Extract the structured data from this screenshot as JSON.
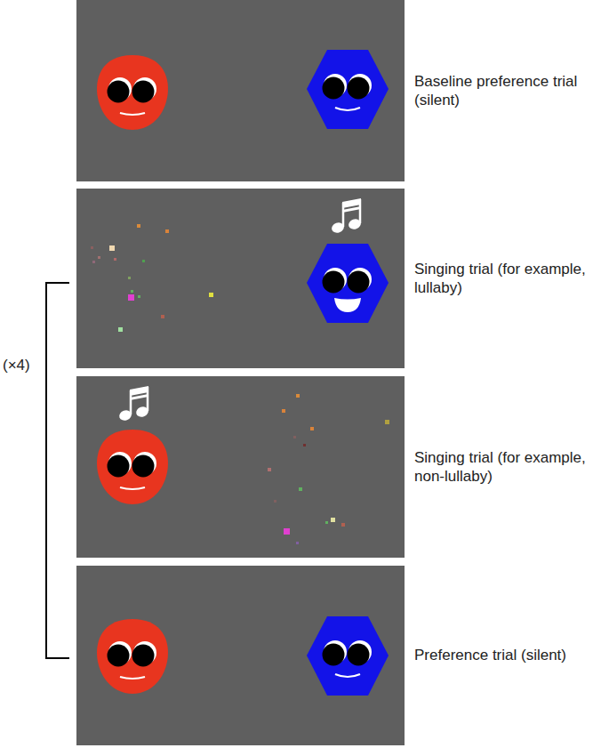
{
  "diagram": {
    "nodes": [
      {
        "text": [
          "Baseline preference trial (silent)"
        ]
      },
      {
        "text": [
          "Singing trial (for example, lullaby)"
        ]
      },
      {
        "text": [
          "Singing trial (for example, non-lullaby)"
        ]
      },
      {
        "text": [
          "Preference trial (silent)"
        ]
      }
    ],
    "labels": [
      "(×4)"
    ]
  }
}
